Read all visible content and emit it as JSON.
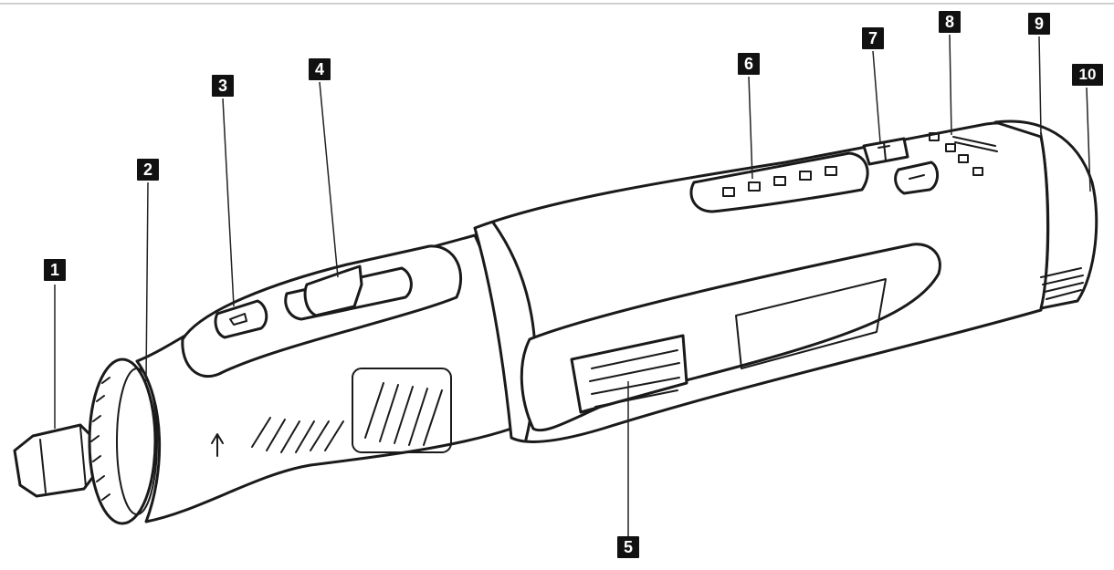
{
  "diagram": {
    "subject": "rotary-tool",
    "callouts": [
      {
        "id": "c1",
        "label": "1"
      },
      {
        "id": "c2",
        "label": "2"
      },
      {
        "id": "c3",
        "label": "3"
      },
      {
        "id": "c4",
        "label": "4"
      },
      {
        "id": "c5",
        "label": "5"
      },
      {
        "id": "c6",
        "label": "6"
      },
      {
        "id": "c7",
        "label": "7"
      },
      {
        "id": "c8",
        "label": "8"
      },
      {
        "id": "c9",
        "label": "9"
      },
      {
        "id": "c10",
        "label": "10"
      }
    ]
  }
}
